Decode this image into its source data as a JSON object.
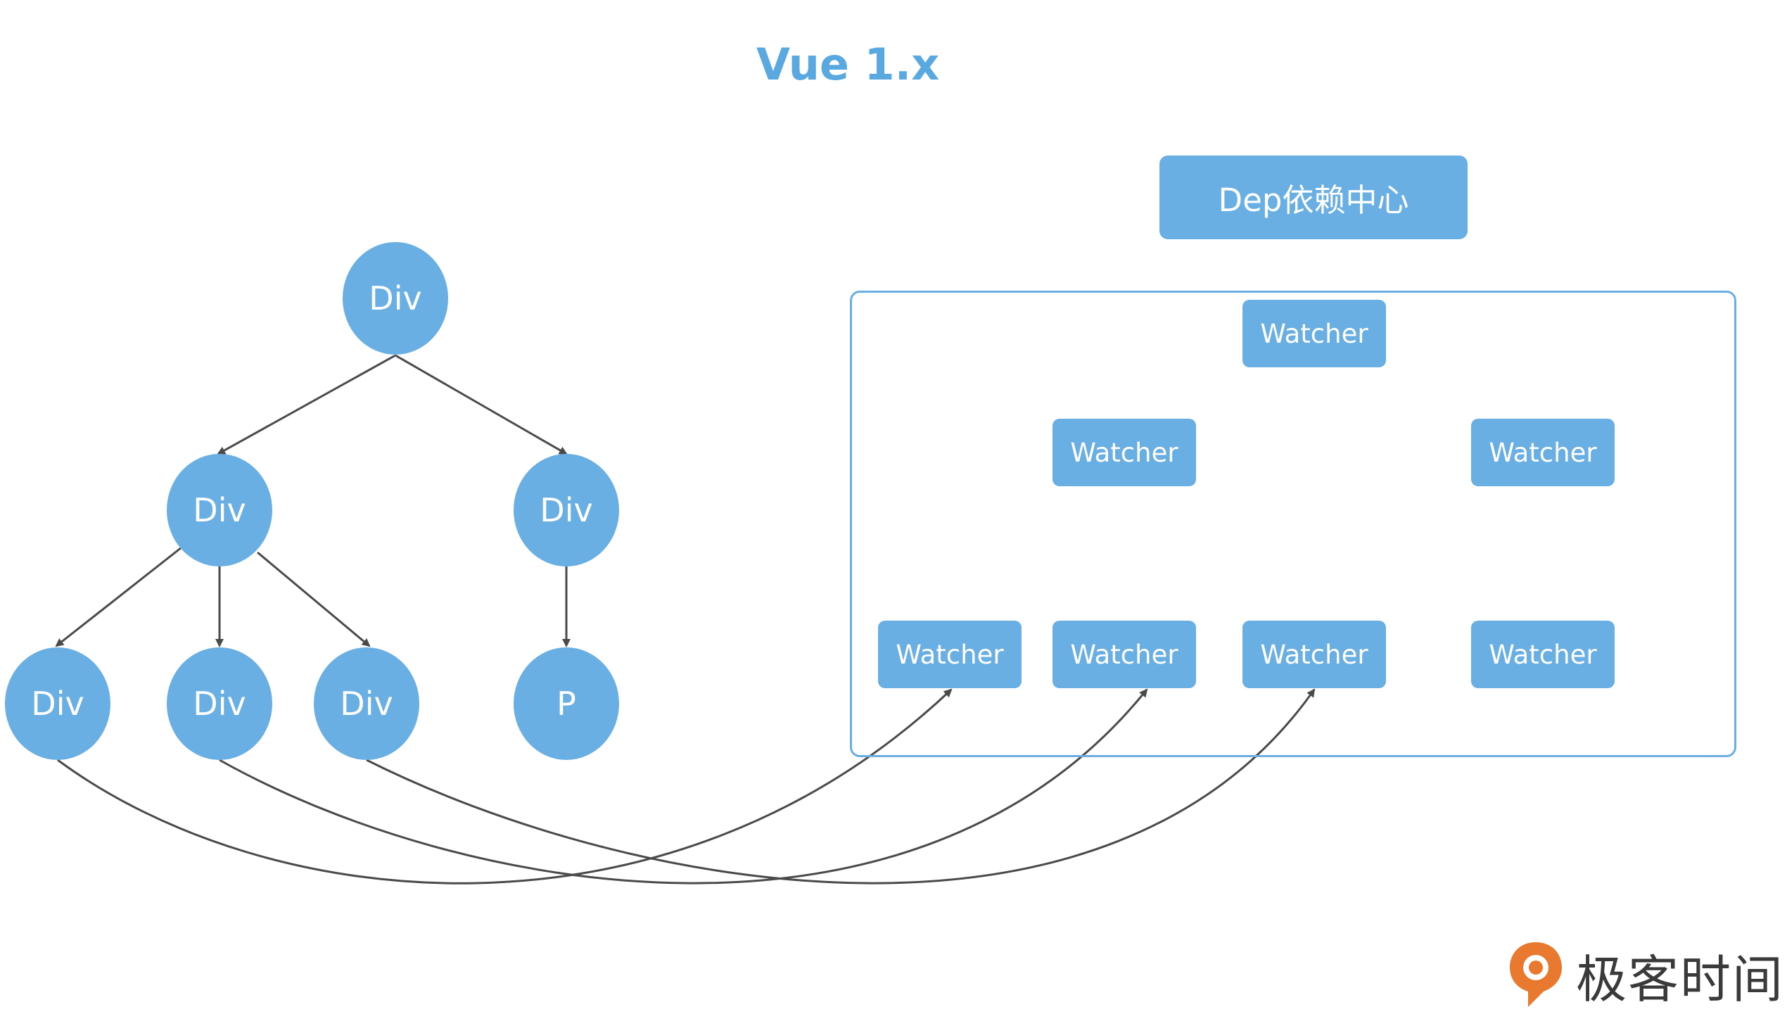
{
  "title": "Vue 1.x",
  "tree": {
    "root": "Div",
    "left": "Div",
    "right": "Div",
    "leaf1": "Div",
    "leaf2": "Div",
    "leaf3": "Div",
    "leaf4": "P"
  },
  "dep_center": "Dep依赖中心",
  "watchers": {
    "top": "Watcher",
    "mid_left": "Watcher",
    "mid_right": "Watcher",
    "bottom_1": "Watcher",
    "bottom_2": "Watcher",
    "bottom_3": "Watcher",
    "bottom_4": "Watcher"
  },
  "logo_text": "极客时间",
  "colors": {
    "accent": "#6aafe3",
    "title": "#5aa8e0",
    "line": "#4a4a4a",
    "logo_orange": "#e8792e"
  }
}
